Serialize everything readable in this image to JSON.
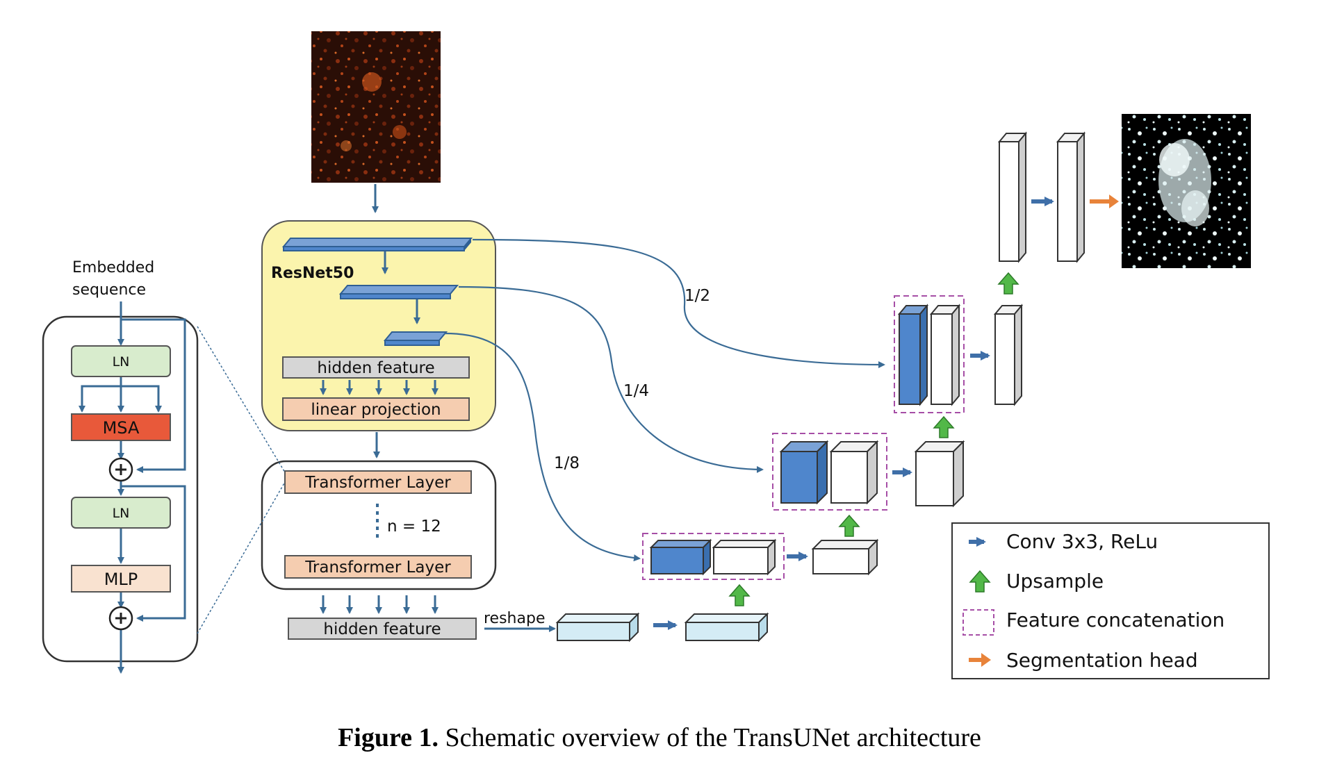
{
  "encoder": {
    "backbone_label": "ResNet50",
    "hidden_feature_label": "hidden feature",
    "linear_projection_label": "linear projection"
  },
  "transformer": {
    "layer_top_label": "Transformer Layer",
    "layer_bottom_label": "Transformer Layer",
    "repeat_label": "n = 12",
    "output_hidden_feature_label": "hidden feature",
    "reshape_label": "reshape"
  },
  "transformer_block": {
    "input_label_line1": "Embedded",
    "input_label_line2": "sequence",
    "ln1_label": "LN",
    "msa_label": "MSA",
    "ln2_label": "LN",
    "mlp_label": "MLP"
  },
  "skips": {
    "half_label": "1/2",
    "quarter_label": "1/4",
    "eighth_label": "1/8"
  },
  "legend": {
    "conv_label": "Conv 3x3, ReLu",
    "upsample_label": "Upsample",
    "concat_label": "Feature concatenation",
    "seghead_label": "Segmentation head"
  },
  "caption": {
    "prefix": "Figure 1.",
    "text": " Schematic overview of the TransUNet architecture"
  },
  "colors": {
    "blue_arrow": "#3f6fa8",
    "green_arrow": "#52b848",
    "orange_arrow": "#e8833a",
    "yellow_panel": "#fbf4ad",
    "msa_red": "#e8593a",
    "ln_green": "#d8eccd",
    "peach": "#f5cdb0",
    "gray_box": "#d6d6d6",
    "light_blue": "#d4ecf5",
    "dark_blue": "#4f86cc",
    "concat_purple": "#a64ea6"
  },
  "icons": {
    "input": "dark-microscopy-image",
    "output": "binary-segmentation-mask",
    "add": "circled-plus-icon"
  }
}
